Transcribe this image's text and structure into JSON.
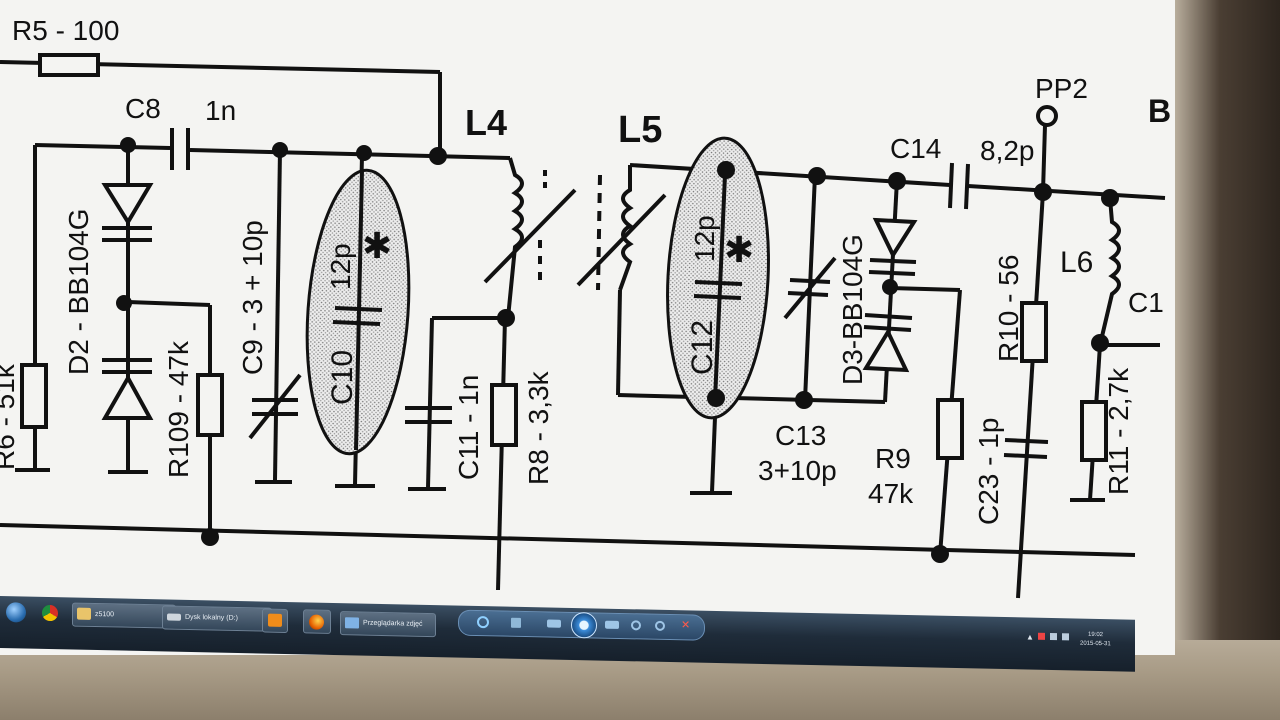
{
  "schematic": {
    "labels": {
      "r5": "R5 - 100",
      "c8": "C8",
      "c8_val": "1n",
      "l4": "L4",
      "l5": "L5",
      "c14": "C14",
      "c14_val": "8,2p",
      "pp2": "PP2",
      "b_cut": "B",
      "d2": "D2 - BB104G",
      "r6": "R6 - 51k",
      "r109": "R109 - 47k",
      "c9": "C9 - 3 + 10p",
      "c10": "C10",
      "c10_val": "12p",
      "c11": "C11 - 1n",
      "r8": "R8 - 3,3k",
      "c12": "C12",
      "c12_val": "12p",
      "c13": "C13",
      "c13_val": "3+10p",
      "d3": "D3-BB104G",
      "r9": "R9",
      "r9_val": "47k",
      "r10": "R10 - 56",
      "c23": "C23 - 1p",
      "l6": "L6",
      "r11": "R11 - 2,7k",
      "c1_cut": "C1",
      "star": "✱"
    }
  },
  "taskbar": {
    "buttons": [
      {
        "label": "z5100"
      },
      {
        "label": "Dysk lokalny (D:)"
      },
      {
        "label": ""
      },
      {
        "label": ""
      },
      {
        "label": "Przeglądarka zdjęć"
      }
    ],
    "media_controls": [
      "zoom-icon",
      "fit-icon",
      "prev-icon",
      "slideshow-icon",
      "next-icon",
      "rotate-left-icon",
      "rotate-right-icon",
      "delete-icon"
    ],
    "tray_time": "19:02",
    "tray_date": "2015-05-31"
  }
}
